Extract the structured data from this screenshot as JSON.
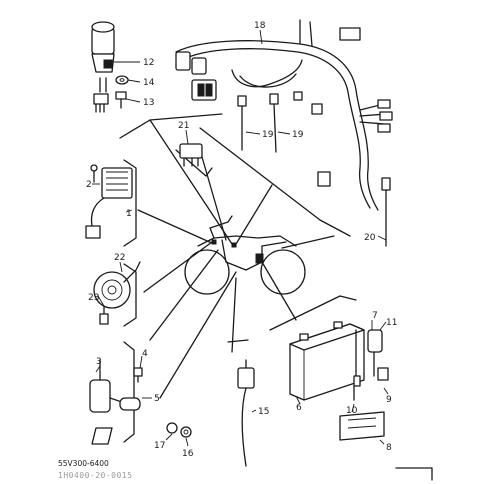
{
  "diagram": {
    "callouts": [
      "1",
      "2",
      "3",
      "4",
      "5",
      "6",
      "7",
      "8",
      "9",
      "10",
      "11",
      "12",
      "13",
      "14",
      "15",
      "16",
      "17",
      "18",
      "19",
      "20",
      "21",
      "22",
      "23"
    ],
    "code": "55V300-6400",
    "faint_footer": "1H0400-20-0015"
  }
}
